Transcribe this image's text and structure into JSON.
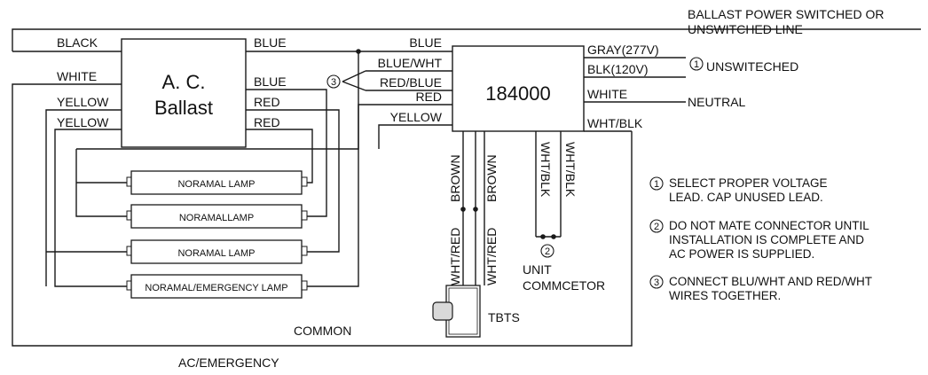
{
  "diagram": {
    "ballast": {
      "line1": "A. C.",
      "line2": "Ballast"
    },
    "unit": {
      "label": "184000"
    },
    "left_wires": {
      "black": "BLACK",
      "white": "WHITE",
      "yellow1": "YELLOW",
      "yellow2": "YELLOW"
    },
    "ballast_outputs": {
      "blue1": "BLUE",
      "blue2": "BLUE",
      "red1": "RED",
      "red2": "RED"
    },
    "unit_inputs": {
      "blue": "BLUE",
      "blue_wht": "BLUE/WHT",
      "red_blue": "RED/BLUE",
      "red": "RED",
      "yellow": "YELLOW"
    },
    "unit_outputs": {
      "gray": "GRAY(277V)",
      "blk": "BLK(120V)",
      "white": "WHITE",
      "wht_blk": "WHT/BLK"
    },
    "right_labels": {
      "power_line1": "BALLAST POWER SWITCHED OR",
      "power_line2": "UNSWITCHED LINE",
      "unswitched": "UNSWITECHED",
      "neutral": "NEUTRAL"
    },
    "bottom_wires": {
      "wht_red_1": "WHT/RED",
      "brown_1": "BROWN",
      "wht_red_2": "WHT/RED",
      "brown_2": "BROWN",
      "wht_blk_1": "WHT/BLK",
      "wht_blk_2": "WHT/BLK"
    },
    "connector": {
      "line1": "UNIT",
      "line2": "COMMCETOR"
    },
    "tbts": "TBTS",
    "common": "COMMON",
    "ac_emergency": "AC/EMERGENCY",
    "lamps": [
      "NORAMAL LAMP",
      "NORAMALLAMP",
      "NORAMAL LAMP",
      "NORAMAL/EMERGENCY LAMP"
    ],
    "markers": {
      "one": "1",
      "two": "2",
      "three": "3"
    },
    "notes": [
      {
        "num": "1",
        "line1": "SELECT PROPER VOLTAGE",
        "line2": "LEAD. CAP UNUSED LEAD.",
        "line3": ""
      },
      {
        "num": "2",
        "line1": "DO NOT MATE CONNECTOR UNTIL",
        "line2": "INSTALLATION IS COMPLETE AND",
        "line3": "AC POWER IS SUPPLIED."
      },
      {
        "num": "3",
        "line1": "CONNECT BLU/WHT AND RED/WHT",
        "line2": "WIRES TOGETHER.",
        "line3": ""
      }
    ]
  }
}
